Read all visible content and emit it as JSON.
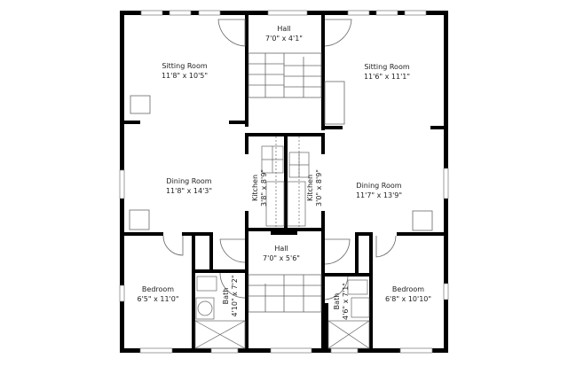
{
  "plan": {
    "wall_color": "#000000",
    "line_color": "#666666",
    "background": "#ffffff"
  },
  "rooms": {
    "sitting_left": {
      "name": "Sitting Room",
      "dim": "11'8\" x 10'5\""
    },
    "hall_top": {
      "name": "Hall",
      "dim": "7'0\" x 4'1\""
    },
    "sitting_right": {
      "name": "Sitting Room",
      "dim": "11'6\" x 11'1\""
    },
    "dining_left": {
      "name": "Dining Room",
      "dim": "11'8\" x 14'3\""
    },
    "kitchen_left": {
      "name": "Kitchen",
      "dim": "3'8\" x 8'9\""
    },
    "kitchen_right": {
      "name": "Kitchen",
      "dim": "3'0\" x 8'9\""
    },
    "dining_right": {
      "name": "Dining Room",
      "dim": "11'7\" x 13'9\""
    },
    "hall_bottom": {
      "name": "Hall",
      "dim": "7'0\" x 5'6\""
    },
    "bedroom_left": {
      "name": "Bedroom",
      "dim": "6'5\" x 11'0\""
    },
    "bath_left": {
      "name": "Bath",
      "dim": "4'10\" x 7'2\""
    },
    "bath_right": {
      "name": "Bath",
      "dim": "4'6\" x 7'1\""
    },
    "bedroom_right": {
      "name": "Bedroom",
      "dim": "6'8\" x 10'10\""
    }
  }
}
